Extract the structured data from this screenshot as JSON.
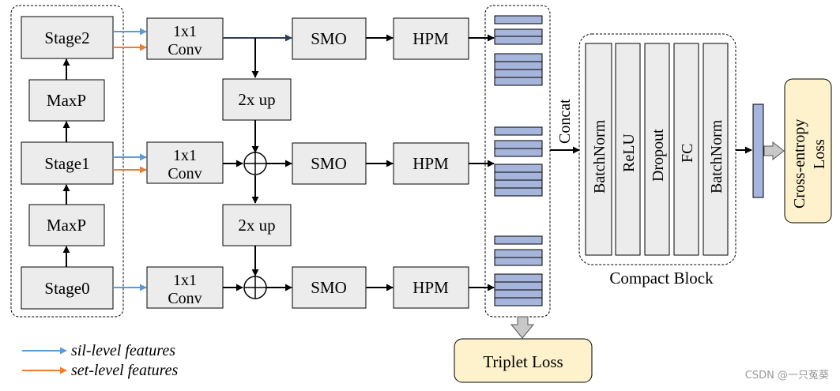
{
  "labels": {
    "stage2": "Stage2",
    "maxp_top": "MaxP",
    "stage1": "Stage1",
    "maxp_bottom": "MaxP",
    "stage0": "Stage0",
    "conv_line1": "1x1",
    "conv_line2": "Conv",
    "up": "2x up",
    "smo": "SMO",
    "hpm": "HPM",
    "concat": "Concat",
    "batchnorm1": "BatchNorm",
    "relu": "ReLU",
    "dropout": "Dropout",
    "fc": "FC",
    "batchnorm2": "BatchNorm",
    "compact_block": "Compact Block",
    "cross_entropy_line1": "Cross-entropy",
    "cross_entropy_line2": "Loss",
    "triplet_loss": "Triplet Loss"
  },
  "legend": {
    "sil": "sil-level features",
    "set": "set-level features"
  },
  "colors": {
    "box_fill": "#ececec",
    "stripe_fill": "#a6b5dc",
    "loss_fill": "#fdf2cc",
    "sil_arrow": "#5b9bd5",
    "set_arrow": "#ed7d31",
    "grey_arrow": "#c8c8c8"
  },
  "watermark": "CSDN @一只菟葵"
}
